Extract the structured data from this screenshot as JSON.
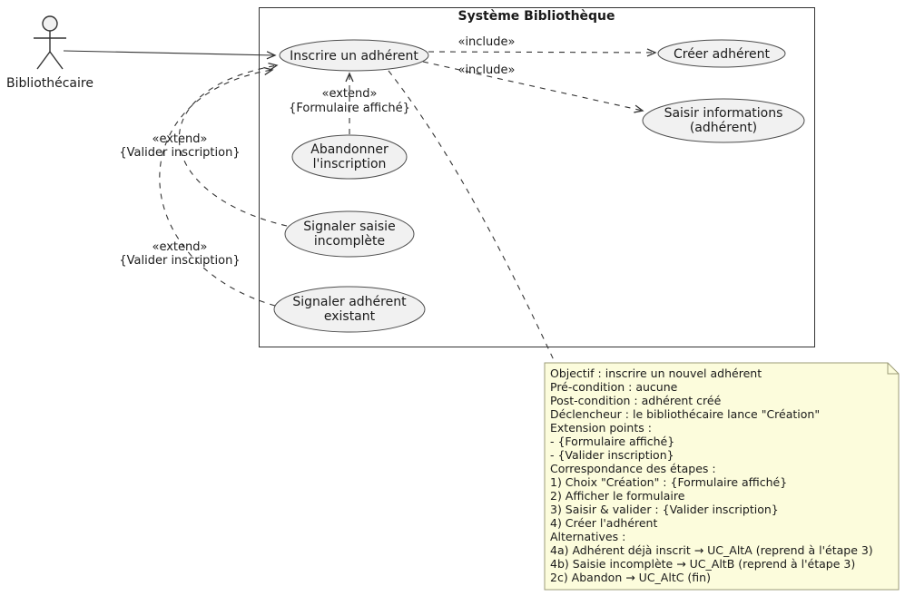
{
  "boundary": {
    "title": "Système Bibliothèque"
  },
  "actor": {
    "label": "Bibliothécaire"
  },
  "usecases": {
    "inscrire": {
      "line1": "Inscrire un adhérent"
    },
    "creer": {
      "line1": "Créer adhérent"
    },
    "saisir": {
      "line1": "Saisir informations",
      "line2": "(adhérent)"
    },
    "abandonner": {
      "line1": "Abandonner",
      "line2": "l'inscription"
    },
    "saisieIncomplete": {
      "line1": "Signaler saisie",
      "line2": "incomplète"
    },
    "adherentExistant": {
      "line1": "Signaler adhérent",
      "line2": "existant"
    }
  },
  "labels": {
    "include1": "«include»",
    "include2": "«include»",
    "extendForm1": "«extend»",
    "extendForm2": "{Formulaire affiché}",
    "extendValiderA1": "«extend»",
    "extendValiderA2": "{Valider inscription}",
    "extendValiderB1": "«extend»",
    "extendValiderB2": "{Valider inscription}"
  },
  "note": {
    "lines": [
      "Objectif : inscrire un nouvel adhérent",
      "Pré-condition : aucune",
      "Post-condition : adhérent créé",
      "Déclencheur : le bibliothécaire lance \"Création\"",
      "Extension points :",
      " - {Formulaire affiché}",
      " - {Valider inscription}",
      "Correspondance des étapes :",
      " 1) Choix \"Création\" : {Formulaire affiché}",
      " 2) Afficher le formulaire",
      " 3) Saisir & valider : {Valider inscription}",
      " 4) Créer l'adhérent",
      "Alternatives :",
      " 4a) Adhérent déjà inscrit → UC_AltA (reprend à l'étape 3)",
      " 4b) Saisie incomplète → UC_AltB (reprend à l'étape 3)",
      " 2c) Abandon → UC_AltC (fin)"
    ]
  },
  "colors": {
    "shape_fill": "#f1f1f1",
    "note_fill": "#fcfcdc",
    "stroke": "#333333"
  }
}
